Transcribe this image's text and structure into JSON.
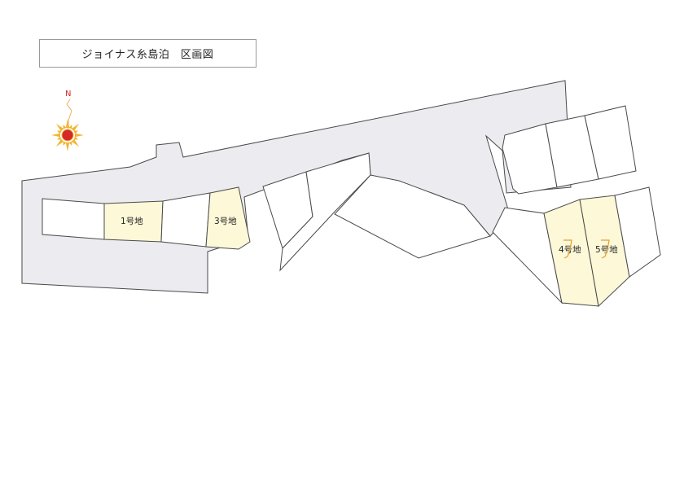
{
  "title": "ジョイナス糸島泊　区画図",
  "compass": {
    "north_label": "N",
    "ray_color": "#f2b531",
    "center_color": "#d62828"
  },
  "lots": [
    {
      "id": "lot1",
      "label": "1号地"
    },
    {
      "id": "lot3",
      "label": "3号地"
    },
    {
      "id": "lot4",
      "label": "4号地"
    },
    {
      "id": "lot5",
      "label": "5号地"
    }
  ],
  "colors": {
    "road": "#ebebf0",
    "for_sale_lot": "#fcf8d8",
    "lot": "#ffffff",
    "outline": "#4a4a4a"
  }
}
